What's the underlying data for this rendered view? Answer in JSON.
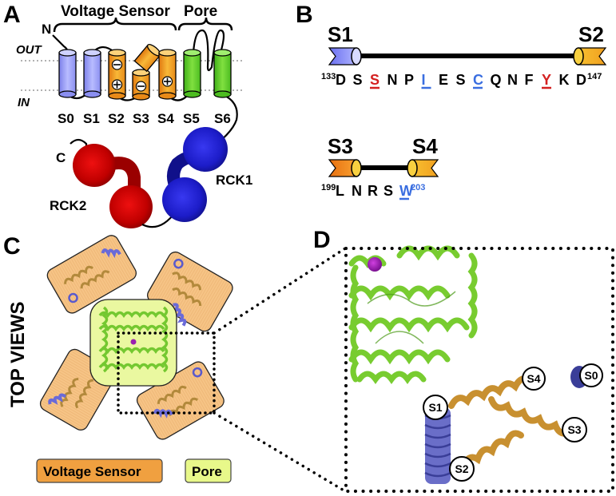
{
  "panels": {
    "A": {
      "letter": "A",
      "headers": {
        "voltage_sensor": "Voltage Sensor",
        "pore": "Pore"
      },
      "n_terminus": "N",
      "c_terminus": "C",
      "membrane_out": "OUT",
      "membrane_in": "IN",
      "segments": [
        {
          "name": "S0",
          "group": "voltage_sensor",
          "color": "#9ea3f5",
          "charges": []
        },
        {
          "name": "S1",
          "group": "voltage_sensor",
          "color": "#9ea3f5",
          "charges": []
        },
        {
          "name": "S2",
          "group": "voltage_sensor",
          "color": "#f2a020",
          "charges": [
            "minus",
            "plus"
          ]
        },
        {
          "name": "S3",
          "group": "voltage_sensor",
          "color": "#f2a020",
          "charges": [
            "minus"
          ]
        },
        {
          "name": "S4",
          "group": "voltage_sensor",
          "color": "#f2a020",
          "charges": [
            "plus"
          ]
        },
        {
          "name": "S5",
          "group": "pore",
          "color": "#5cc92a",
          "charges": []
        },
        {
          "name": "S6",
          "group": "pore",
          "color": "#5cc92a",
          "charges": []
        }
      ],
      "domains": [
        {
          "name": "RCK1",
          "color": "#2a2ad0"
        },
        {
          "name": "RCK2",
          "color": "#cc0000"
        }
      ]
    },
    "B": {
      "letter": "B",
      "linkers": [
        {
          "left_helix": "S1",
          "right_helix": "S2",
          "left_color": "#9ea3f5",
          "right_color": "#f2b030",
          "start_number": "133",
          "end_number": "147",
          "residues": [
            {
              "aa": "D",
              "mark": "none"
            },
            {
              "aa": "S",
              "mark": "none"
            },
            {
              "aa": "S",
              "mark": "red"
            },
            {
              "aa": "N",
              "mark": "none"
            },
            {
              "aa": "P",
              "mark": "none"
            },
            {
              "aa": "I",
              "mark": "blue"
            },
            {
              "aa": "E",
              "mark": "none"
            },
            {
              "aa": "S",
              "mark": "none"
            },
            {
              "aa": "C",
              "mark": "blue"
            },
            {
              "aa": "Q",
              "mark": "none"
            },
            {
              "aa": "N",
              "mark": "none"
            },
            {
              "aa": "F",
              "mark": "none"
            },
            {
              "aa": "Y",
              "mark": "red"
            },
            {
              "aa": "K",
              "mark": "none"
            },
            {
              "aa": "D",
              "mark": "none"
            }
          ]
        },
        {
          "left_helix": "S3",
          "right_helix": "S4",
          "left_color": "#f28a20",
          "right_color": "#f2b030",
          "start_number": "199",
          "end_number": "203",
          "residues": [
            {
              "aa": "L",
              "mark": "none"
            },
            {
              "aa": "N",
              "mark": "none"
            },
            {
              "aa": "R",
              "mark": "none"
            },
            {
              "aa": "S",
              "mark": "none"
            },
            {
              "aa": "W",
              "mark": "blue"
            }
          ]
        }
      ],
      "mark_colors": {
        "red": "#d42020",
        "blue": "#3a6ee0",
        "none": "#000000"
      }
    },
    "C": {
      "letter": "C",
      "side_title": "TOP VIEWS",
      "legend": [
        {
          "label": "Voltage Sensor",
          "color": "#f0a040"
        },
        {
          "label": "Pore",
          "color": "#e8f88a"
        }
      ]
    },
    "D": {
      "letter": "D",
      "helix_labels": [
        "S0",
        "S1",
        "S2",
        "S3",
        "S4"
      ]
    }
  }
}
